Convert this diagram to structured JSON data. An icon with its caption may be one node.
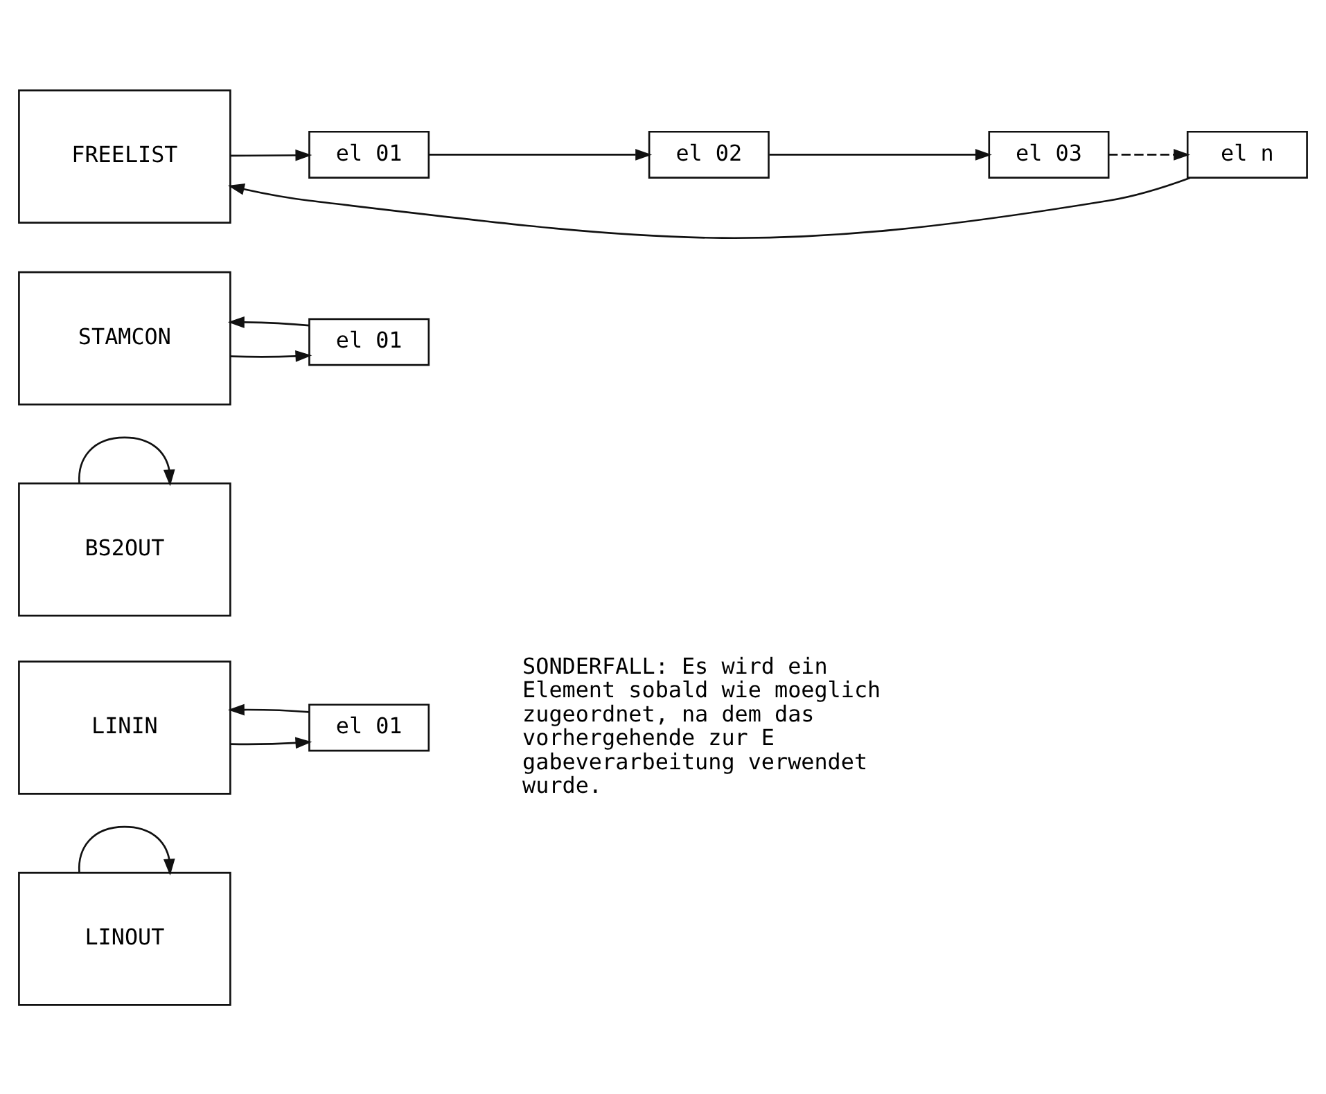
{
  "diagram": {
    "nodes": [
      {
        "text": [
          "FREELIST"
        ]
      },
      {
        "text": [
          "el 01"
        ]
      },
      {
        "text": [
          "el 02"
        ]
      },
      {
        "text": [
          "el 03"
        ]
      },
      {
        "text": [
          "el n"
        ]
      },
      {
        "text": [
          "STAMCON"
        ]
      },
      {
        "text": [
          "el 01"
        ]
      },
      {
        "text": [
          "BS2OUT"
        ]
      },
      {
        "text": [
          "LININ"
        ]
      },
      {
        "text": [
          "el 01"
        ]
      },
      {
        "text": [
          "LINOUT"
        ]
      }
    ],
    "edges": [
      {
        "from": 0,
        "to": 1,
        "arrow": "to"
      },
      {
        "from": 1,
        "to": 2,
        "arrow": "to"
      },
      {
        "from": 2,
        "to": 3,
        "arrow": "to"
      },
      {
        "from": 3,
        "to": 4,
        "arrow": "to",
        "style": "dashed"
      },
      {
        "from": 4,
        "to": 0,
        "arrow": "to"
      },
      {
        "from": 5,
        "to": 6,
        "arrow": "to"
      },
      {
        "from": 6,
        "to": 5,
        "arrow": "to"
      },
      {
        "from": 7,
        "to": 7,
        "arrow": "to"
      },
      {
        "from": 8,
        "to": 9,
        "arrow": "to"
      },
      {
        "from": 9,
        "to": 8,
        "arrow": "to"
      },
      {
        "from": 10,
        "to": 10,
        "arrow": "to"
      }
    ],
    "labels": [
      "SONDERFALL: Es wird ein Element sobald wie moeglich zugeordnet, na dem das vorhergehende zur E gabeverarbeitung verwendet wurde."
    ]
  }
}
